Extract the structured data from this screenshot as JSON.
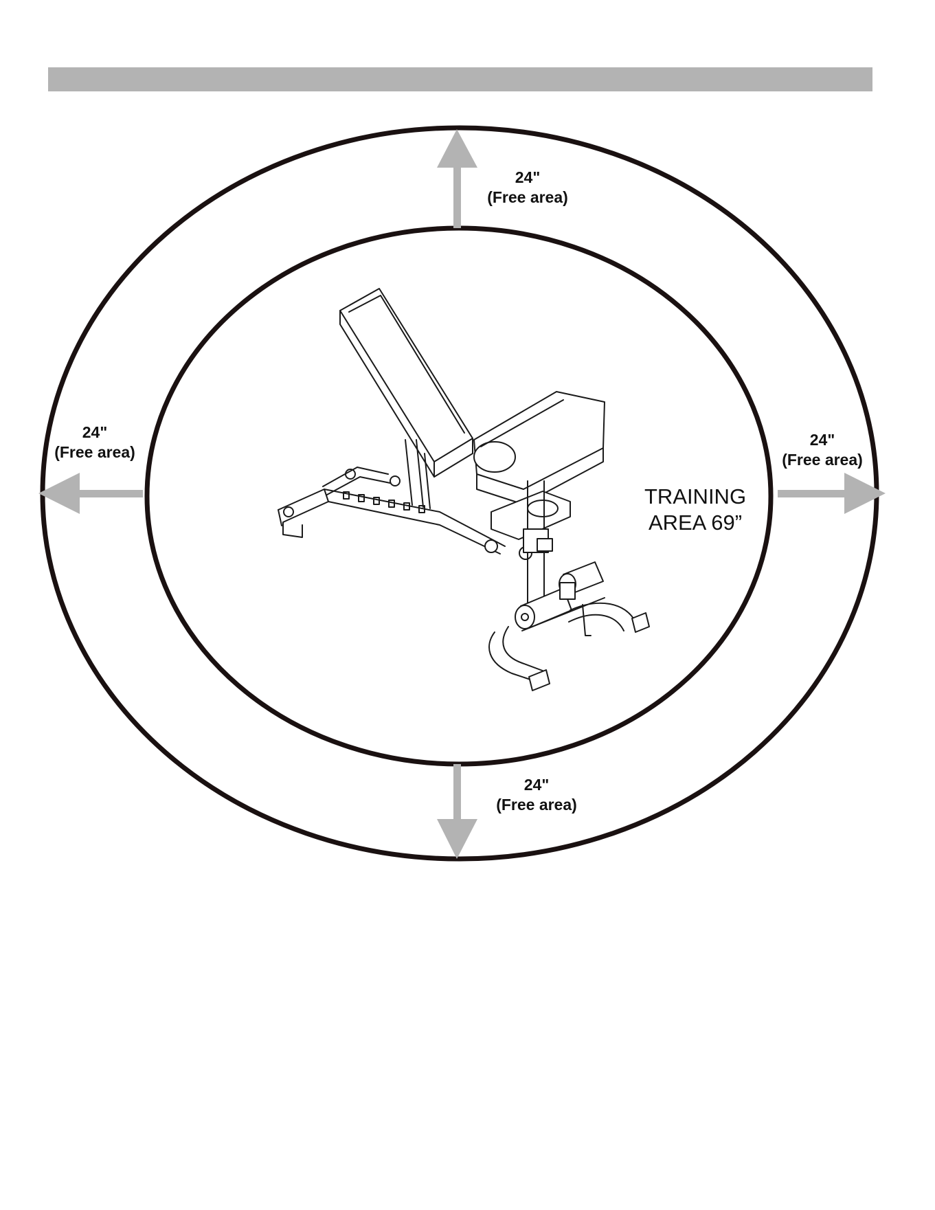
{
  "colors": {
    "header_bar": "#b3b3b3",
    "ring": "#1a1111",
    "arrow": "#b3b3b3",
    "text": "#111111"
  },
  "labels": {
    "top": {
      "distance": "24\"",
      "note": "(Free area)"
    },
    "left": {
      "distance": "24\"",
      "note": "(Free area)"
    },
    "right": {
      "distance": "24\"",
      "note": "(Free area)"
    },
    "bottom": {
      "distance": "24\"",
      "note": "(Free area)"
    },
    "training_area": {
      "line1": "TRAINING",
      "line2": "AREA 69”"
    }
  }
}
